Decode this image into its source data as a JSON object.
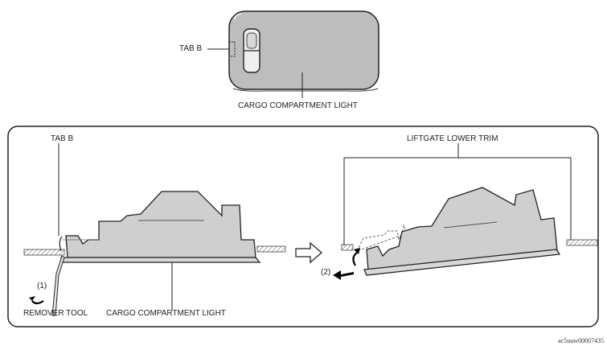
{
  "top_view": {
    "tab_label": "TAB B",
    "light_label": "CARGO COMPARTMENT LIGHT"
  },
  "detail_view": {
    "tab_label": "TAB B",
    "trim_label": "LIFTGATE LOWER TRIM",
    "step1_label": "(1)",
    "step2_label": "(2)",
    "tool_label": "REMOVER TOOL",
    "light_label": "CARGO COMPARTMENT LIGHT"
  },
  "doc_id": "ac5uuw00007435"
}
